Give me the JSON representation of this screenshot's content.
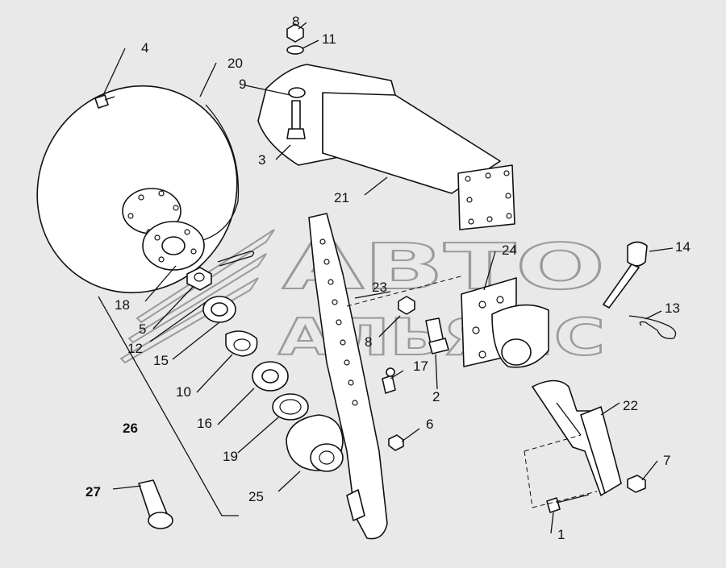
{
  "watermark": {
    "line1": "АВТО",
    "line2": "АЛЬЯНС"
  },
  "callouts": {
    "c1": "1",
    "c2": "2",
    "c3": "3",
    "c4": "4",
    "c5": "5",
    "c6": "6",
    "c7": "7",
    "c8a": "8",
    "c8b": "8",
    "c9": "9",
    "c10": "10",
    "c11": "11",
    "c12": "12",
    "c13": "13",
    "c14": "14",
    "c15": "15",
    "c16": "16",
    "c17": "17",
    "c18": "18",
    "c19": "19",
    "c20": "20",
    "c21": "21",
    "c22": "22",
    "c23": "23",
    "c24": "24",
    "c25": "25",
    "c26": "26",
    "c27": "27"
  },
  "colors": {
    "background": "#e9e9e9",
    "ink": "#111111",
    "watermark": "#9a9a9a"
  }
}
